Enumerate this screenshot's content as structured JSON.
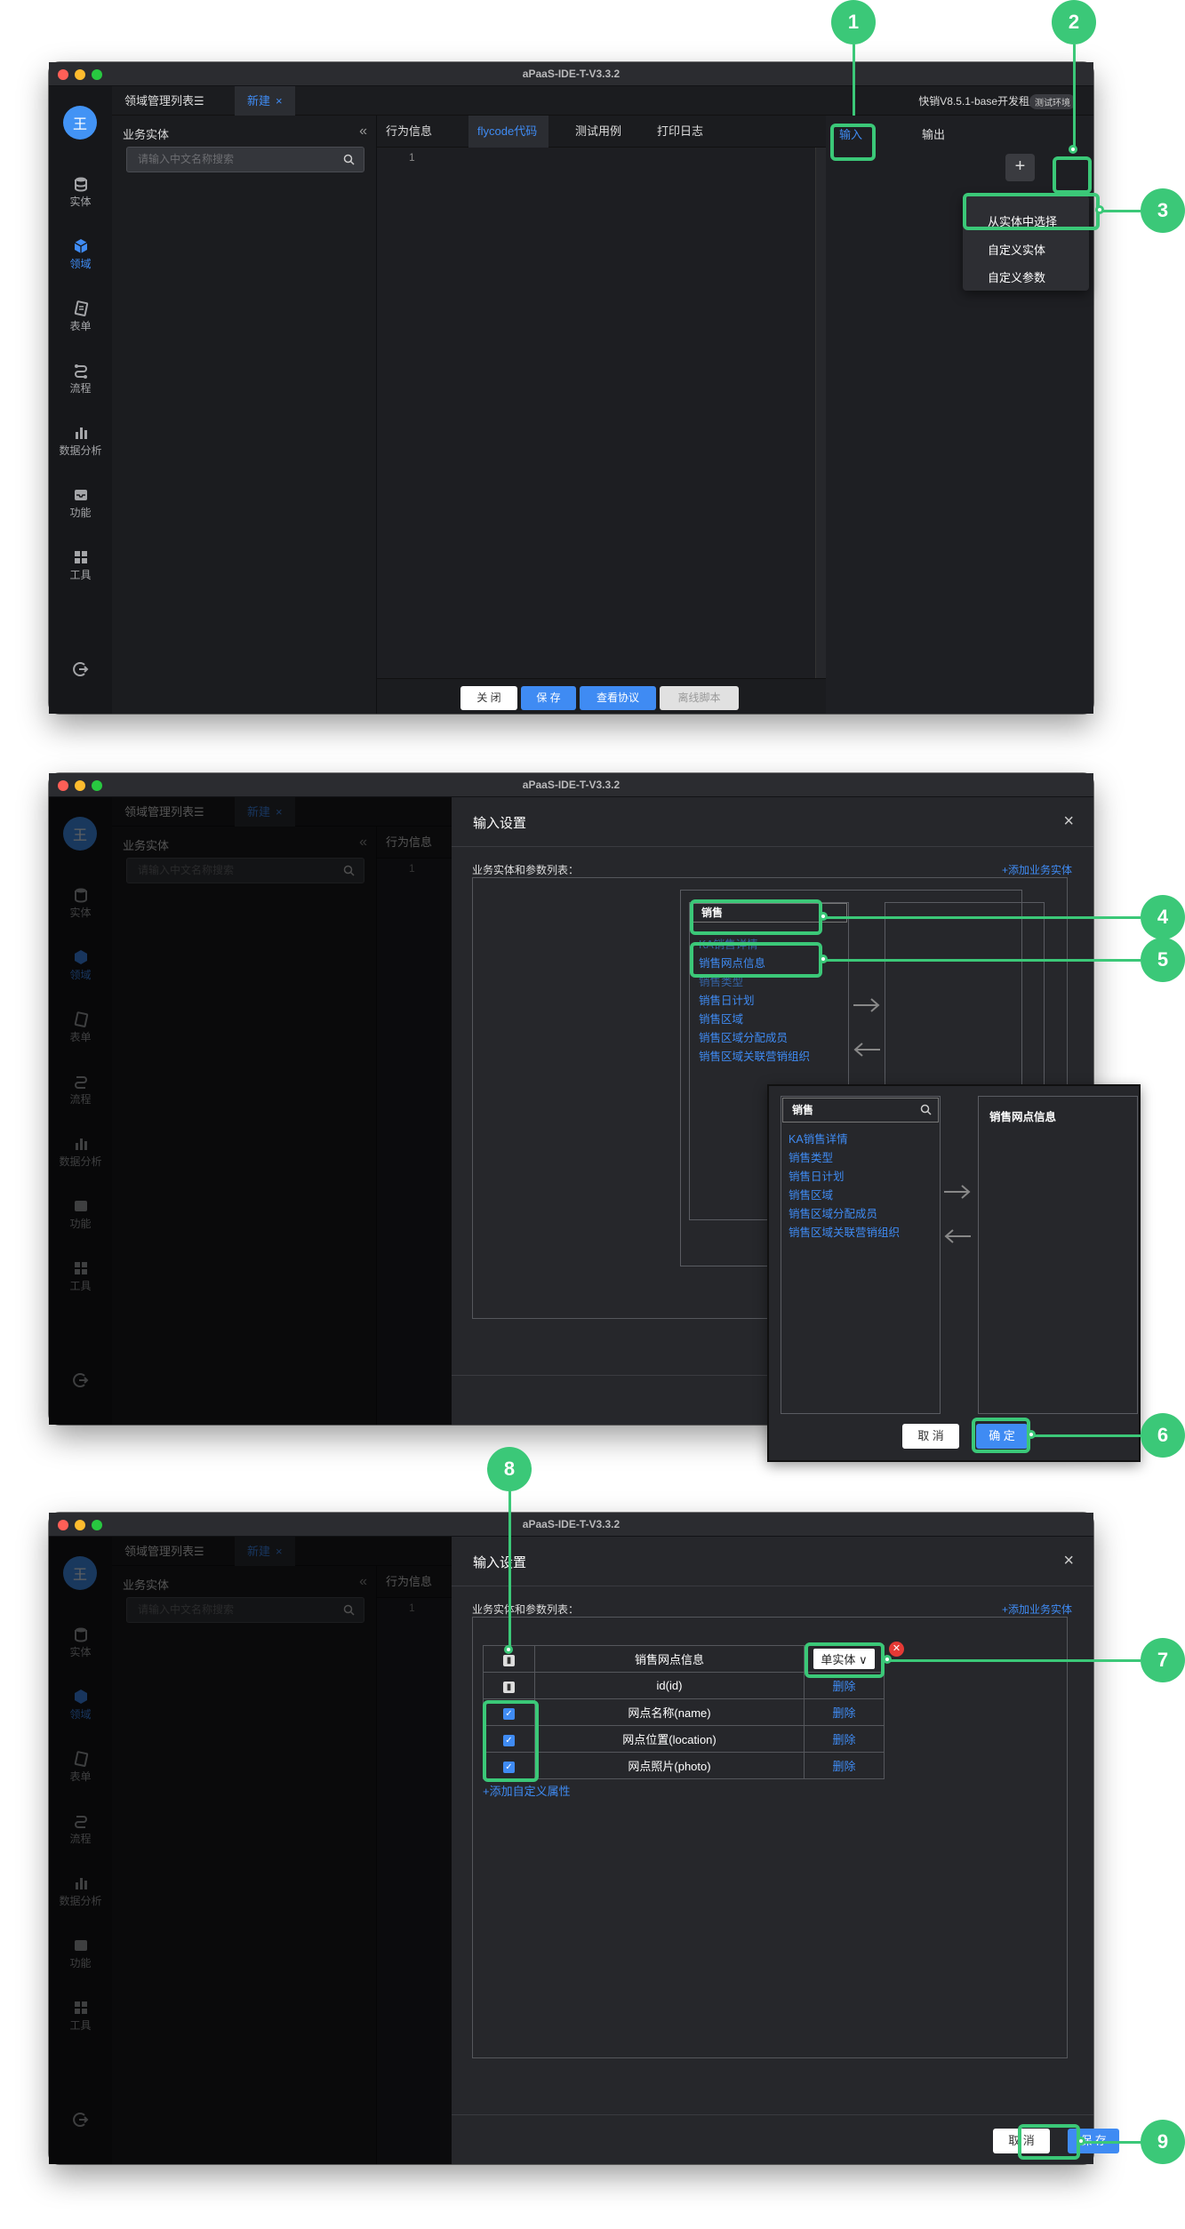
{
  "window_title": "aPaaS-IDE-T-V3.3.2",
  "avatar_text": "王",
  "nav": {
    "items": [
      {
        "label": "实体"
      },
      {
        "label": "领域"
      },
      {
        "label": "表单"
      },
      {
        "label": "流程"
      },
      {
        "label": "数据分析"
      },
      {
        "label": "功能"
      },
      {
        "label": "工具"
      }
    ]
  },
  "tabs": {
    "list_label": "领域管理列表☰",
    "new_label": "新建",
    "close": "×"
  },
  "tenant": {
    "name": "快销V8.5.1-base开发租户",
    "env": "测试环境"
  },
  "left_panel": {
    "title": "业务实体",
    "collapse": "«",
    "search_placeholder": "请输入中文名称搜索"
  },
  "editor": {
    "tabs": [
      "行为信息",
      "flycode代码",
      "测试用例",
      "打印日志"
    ],
    "line": "1",
    "buttons": {
      "close": "关 闭",
      "save": "保 存",
      "protocol": "查看协议",
      "offline": "离线脚本"
    }
  },
  "right_panel": {
    "tab_input": "输入",
    "tab_output": "输出",
    "plus": "+"
  },
  "dropdown": {
    "items": [
      "从实体中选择",
      "自定义实体",
      "自定义参数"
    ]
  },
  "modal": {
    "title": "输入设置",
    "close": "×",
    "list_label": "业务实体和参数列表：",
    "add_link": "+添加业务实体",
    "cancel": "取 消",
    "confirm": "确 定",
    "save": "保 存"
  },
  "transfer": {
    "search_value": "销售",
    "items": [
      "KA销售详情",
      "销售网点信息",
      "销售类型",
      "销售日计划",
      "销售区域",
      "销售区域分配成员",
      "销售区域关联营销组织"
    ],
    "zoom_items": [
      "KA销售详情",
      "销售类型",
      "销售日计划",
      "销售区域",
      "销售区域分配成员",
      "销售区域关联营销组织"
    ],
    "selected": "销售网点信息"
  },
  "entity_table": {
    "header": "销售网点信息",
    "type": "单实体",
    "type_arrow": "∨",
    "error": "✕",
    "rows": [
      {
        "name": "id(id)",
        "action": "删除"
      },
      {
        "name": "网点名称(name)",
        "action": "删除"
      },
      {
        "name": "网点位置(location)",
        "action": "删除"
      },
      {
        "name": "网点照片(photo)",
        "action": "删除"
      }
    ],
    "add_attr": "+添加自定义属性"
  },
  "callouts": [
    "1",
    "2",
    "3",
    "4",
    "5",
    "6",
    "7",
    "8",
    "9"
  ]
}
